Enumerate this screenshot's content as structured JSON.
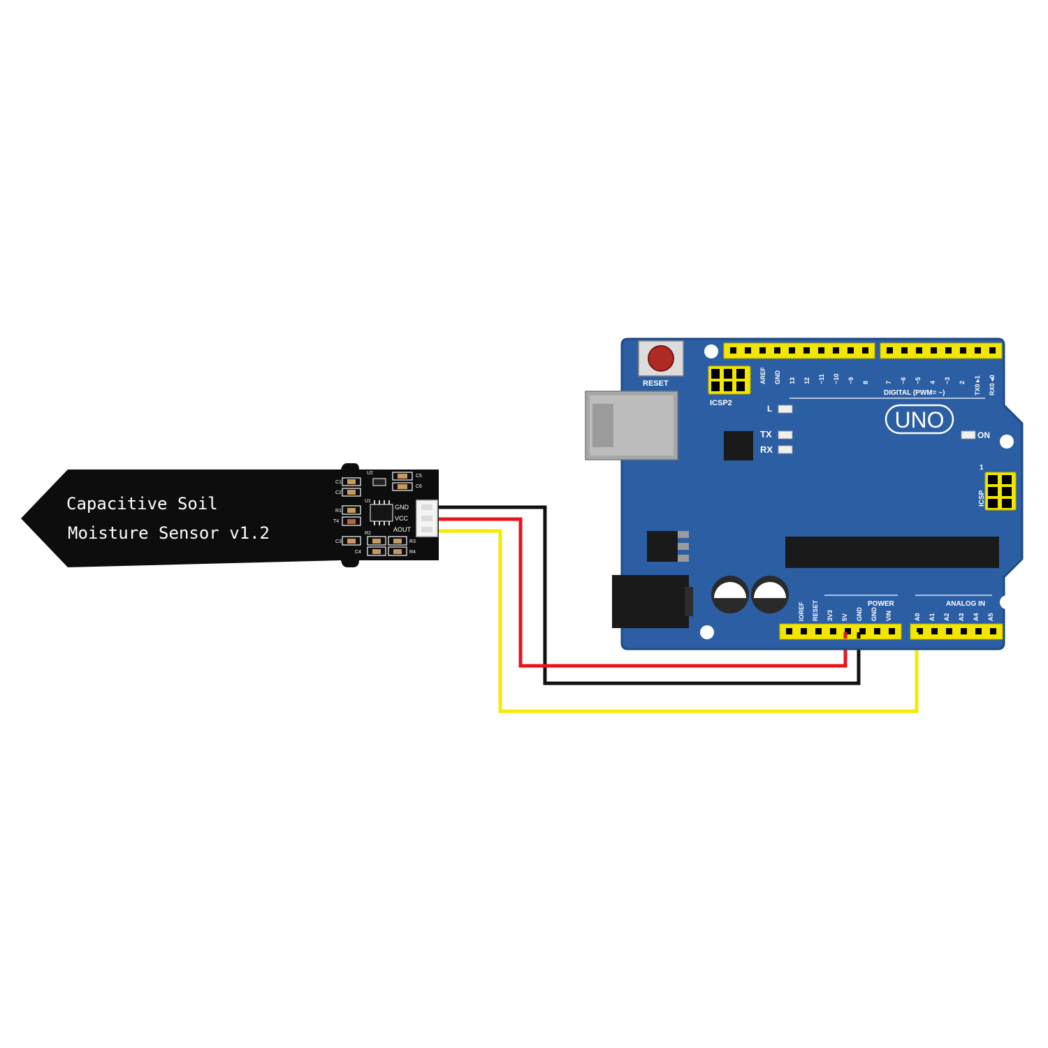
{
  "sensor": {
    "title_line1": "Capacitive Soil",
    "title_line2": "Moisture Sensor v1.2",
    "pins": [
      "GND",
      "VCC",
      "AOUT"
    ],
    "components": [
      "C1",
      "C2",
      "U2",
      "C5",
      "C6",
      "U1",
      "R1",
      "T4",
      "C3",
      "C4",
      "R2",
      "R3",
      "R4"
    ]
  },
  "board": {
    "reset_label": "RESET",
    "icsp2_label": "ICSP2",
    "uno_logo": "UNO",
    "on_label": "ON",
    "l_label": "L",
    "tx_label": "TX",
    "rx_label": "RX",
    "icsp_label": "ICSP",
    "icsp_pin1": "1",
    "digital_label": "DIGITAL (PWM= ~)",
    "power_label": "POWER",
    "analog_label": "ANALOG IN",
    "digital_left_pins": [
      "AREF",
      "GND",
      "13",
      "12",
      "~11",
      "~10",
      "~9",
      "8"
    ],
    "digital_right_pins": [
      "7",
      "~6",
      "~5",
      "4",
      "~3",
      "2",
      "TX0 ▸1",
      "RX0 ◂0"
    ],
    "power_pins": [
      "IOREF",
      "RESET",
      "3V3",
      "5V",
      "GND",
      "GND",
      "VIN"
    ],
    "analog_pins": [
      "A0",
      "A1",
      "A2",
      "A3",
      "A4",
      "A5"
    ]
  },
  "wires": [
    {
      "name": "GND",
      "color": "#111111",
      "from": "sensor.GND",
      "to": "board.GND"
    },
    {
      "name": "VCC",
      "color": "#e8141b",
      "from": "sensor.VCC",
      "to": "board.5V"
    },
    {
      "name": "AOUT",
      "color": "#f5ea00",
      "from": "sensor.AOUT",
      "to": "board.A0"
    }
  ],
  "colors": {
    "board_blue": "#2c5ea3",
    "board_edge": "#1f4a86",
    "header_yellow": "#f2e600",
    "sensor_black": "#0d0d0d"
  }
}
